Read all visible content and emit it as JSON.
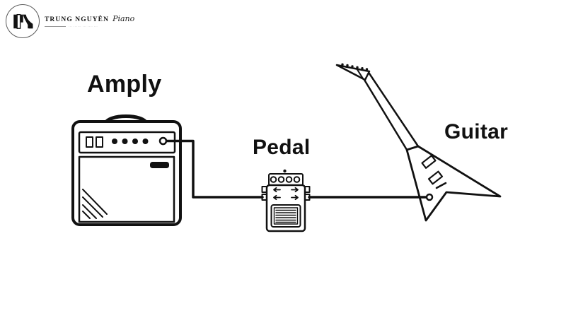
{
  "page": {
    "background": "#ffffff",
    "ink": "#111111"
  },
  "logo": {
    "brand": "TRUNG NGUYÊN",
    "brand_script": "Piano",
    "tagline": "··· ······ ··· ···· ···"
  },
  "diagram": {
    "type": "signal-chain",
    "labels": {
      "amp": "Amply",
      "pedal": "Pedal",
      "guitar": "Guitar"
    },
    "nodes": [
      "Guitar",
      "Pedal",
      "Amply"
    ],
    "connections": [
      {
        "from": "Guitar",
        "to": "Pedal",
        "via": "cable"
      },
      {
        "from": "Pedal",
        "to": "Amply",
        "via": "cable"
      }
    ]
  }
}
